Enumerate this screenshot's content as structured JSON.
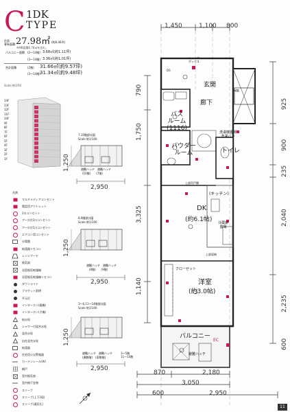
{
  "header": {
    "type_letter": "C",
    "type_name": "1DK",
    "type_word": "TYPE",
    "area_label": "住居\n専有面積",
    "area_value": "27.98㎡",
    "area_tsubo": "(約8.46坪)",
    "area_note": "※MB面積0.78㎡を含む。",
    "rows": [
      {
        "label": "バルコニー面積",
        "sub": "(2〜14階)",
        "value": "3.68㎡(約1.11坪)"
      },
      {
        "label": "",
        "sub": "(3〜14階)",
        "value": "3.36㎡(約1.01坪)"
      },
      {
        "label": "合計面積",
        "sub": "(2階)",
        "value": "31.66㎡(約9.57坪)"
      },
      {
        "label": "",
        "sub": "(3〜14階)",
        "value": "31.34㎡(約9.48坪)"
      }
    ],
    "scale": "Scale 約1/50"
  },
  "floors": [
    "14F",
    "13F",
    "12F",
    "11F",
    "10F",
    "9F",
    "8F",
    "7F",
    "6F",
    "5F",
    "4F",
    "3F",
    "2F",
    "1F"
  ],
  "mini_plans": [
    {
      "title": "7,10階部分図",
      "scale": "Scale 約1/100",
      "hatch": "避難ハッチ　避難ハッチ",
      "hatch_floors": "(10階)　　(7階)",
      "dim_v": "1,250",
      "dim_h": "2,950"
    },
    {
      "title": "8,9階部分図",
      "scale": "Scale 約1/100",
      "hatch": "避難ハッチ　避難ハッチ",
      "hatch_floors": "(8階)　　(9階)",
      "dim_v": "1,250",
      "dim_h": "2,950"
    },
    {
      "title": "3〜6,11〜14階部分図",
      "scale": "Scale 約1/100",
      "hatch": "避難ハッチ　避難ハッチ",
      "hatch_floors": "(偶数階)　(奇数階)",
      "hatch_extra": "3〜5階\n11〜14階",
      "dim_v": "1,250",
      "dim_h": "2,950"
    }
  ],
  "legend": {
    "title": "凡例",
    "items": [
      "マルチメディアコンセント",
      "電話用アウトレット",
      "2口コンセント",
      "アース付2口コンセント",
      "アース付1口コンセント",
      "エアコン用コンセント",
      "分電盤",
      "給湯器リモコン",
      "レンジフード",
      "換気扇",
      "浴室換気乾燥機",
      "浴室換気乾燥機リモコン",
      "ダウンライト",
      "ブラケット照明",
      "手元灯",
      "インターホン(親機)",
      "インターホン(子機)",
      "給水栓",
      "シャワー付混合水栓",
      "混合水栓",
      "自在混合水栓",
      "給湯器",
      "住宅用火災警報器",
      "カーテンレール(W)",
      "網戸",
      "室内換気扇",
      "室内物干金物",
      "スリーブ",
      "スリーブ(上下2段)",
      "スリーブ(通気孔)"
    ]
  },
  "plan": {
    "dims_top": [
      "1,450",
      "1,100",
      "800"
    ],
    "dims_right": [
      "925",
      "900",
      "235",
      "2,040",
      "2,235",
      "600"
    ],
    "dims_left": [
      "790",
      "1,750",
      "3,325",
      "1,140"
    ],
    "dims_bottom_1": [
      "870",
      "2,180"
    ],
    "dims_bottom_2": [
      "3,050"
    ],
    "dims_bottom_3": [
      "600",
      "2,950"
    ],
    "rooms": {
      "entrance": "玄関",
      "hall": "廊下",
      "mb": "MB",
      "bath": "バス\nルーム\n(1116)",
      "powder": "パウダー\nルーム",
      "toilet": "トイレ",
      "dk": "DK",
      "dk_size": "(約6.1帖)",
      "kitchen": "(キッチン)",
      "western": "洋室",
      "western_size": "(約3.0帖)",
      "closet": "クローゼット",
      "balcony": "バルコニー",
      "shoes": "シューズ\nボックス",
      "laundry": "洗濯機置場\n洗濯パン",
      "fridge": "冷蔵庫\n置場",
      "upper_shelf": "上部収納",
      "upper_pipe": "上部吊戸棚",
      "hatch": "避難ハッチ",
      "ec": "EC",
      "stairs": "DS"
    },
    "page_number": "11"
  }
}
